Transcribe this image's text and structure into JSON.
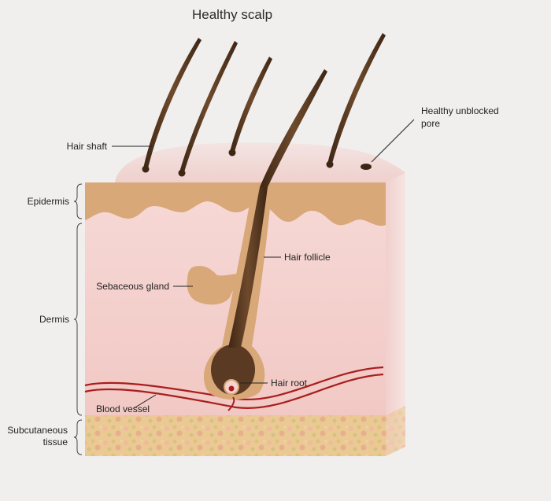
{
  "title": "Healthy scalp",
  "labels": {
    "hair_shaft": "Hair shaft",
    "epidermis": "Epidermis",
    "dermis": "Dermis",
    "subcutaneous_line1": "Subcutaneous",
    "subcutaneous_line2": "tissue",
    "sebaceous_gland": "Sebaceous gland",
    "hair_follicle": "Hair follicle",
    "hair_root": "Hair root",
    "blood_vessel": "Blood vessel",
    "pore_line1": "Healthy unblocked",
    "pore_line2": "pore"
  },
  "colors": {
    "background": "#f0efee",
    "epidermis": "#d9a878",
    "dermis": "#f4d3d0",
    "subcutaneous": "#e8c48a",
    "hair": "#5a3a22",
    "blood_vessel": "#a81e1e"
  }
}
